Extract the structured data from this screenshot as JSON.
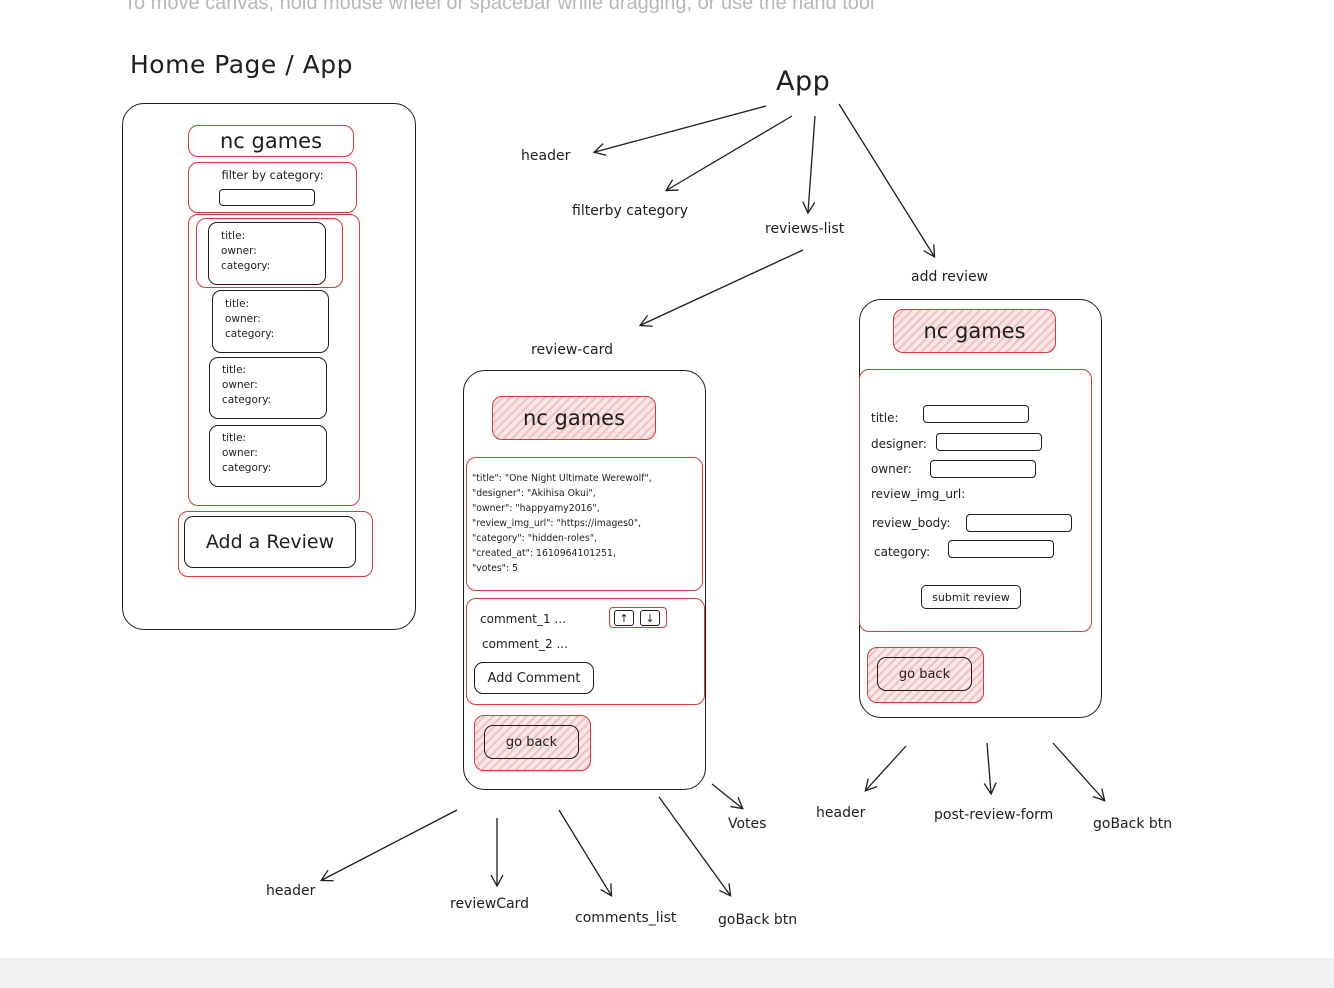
{
  "canvas_hint": "To move canvas, hold mouse wheel or spacebar while dragging, or use the hand tool",
  "home_page": {
    "title": "Home Page / App",
    "header": "nc games",
    "filter_label": "filter by category:",
    "cards": [
      {
        "title": "title:",
        "owner": "owner:",
        "category": "category:"
      },
      {
        "title": "title:",
        "owner": "owner:",
        "category": "category:"
      },
      {
        "title": "title:",
        "owner": "owner:",
        "category": "category:"
      },
      {
        "title": "title:",
        "owner": "owner:",
        "category": "category:"
      }
    ],
    "add_review_button": "Add a Review"
  },
  "app_tree": {
    "root": "App",
    "children": [
      "header",
      "filterby category",
      "reviews-list",
      "add review"
    ]
  },
  "review_card_page": {
    "label": "review-card",
    "header": "nc games",
    "review_json": [
      "\"title\": \"One Night Ultimate Werewolf\",",
      "\"designer\": \"Akihisa Okui\",",
      "\"owner\": \"happyamy2016\",",
      "\"review_img_url\": \"https://images0\",",
      "\"category\": \"hidden-roles\",",
      "\"created_at\": 1610964101251,",
      "\"votes\": 5"
    ],
    "comments": [
      "comment_1 ...",
      "comment_2 ..."
    ],
    "vote_up": "↑",
    "vote_down": "↓",
    "add_comment_button": "Add Comment",
    "go_back_button": "go back",
    "children": [
      "header",
      "reviewCard",
      "comments_list",
      "goBack btn",
      "Votes"
    ]
  },
  "add_review_page": {
    "label": "add review",
    "header": "nc games",
    "fields": [
      "title:",
      "designer:",
      "owner:",
      "review_img_url:",
      "review_body:",
      "category:"
    ],
    "submit_button": "submit review",
    "go_back_button": "go back",
    "children": [
      "header",
      "post-review-form",
      "goBack btn"
    ]
  },
  "colors": {
    "accent_red": "#d33a3a",
    "stroke": "#1e1e1e",
    "hint_gray": "#b8b8b8"
  }
}
